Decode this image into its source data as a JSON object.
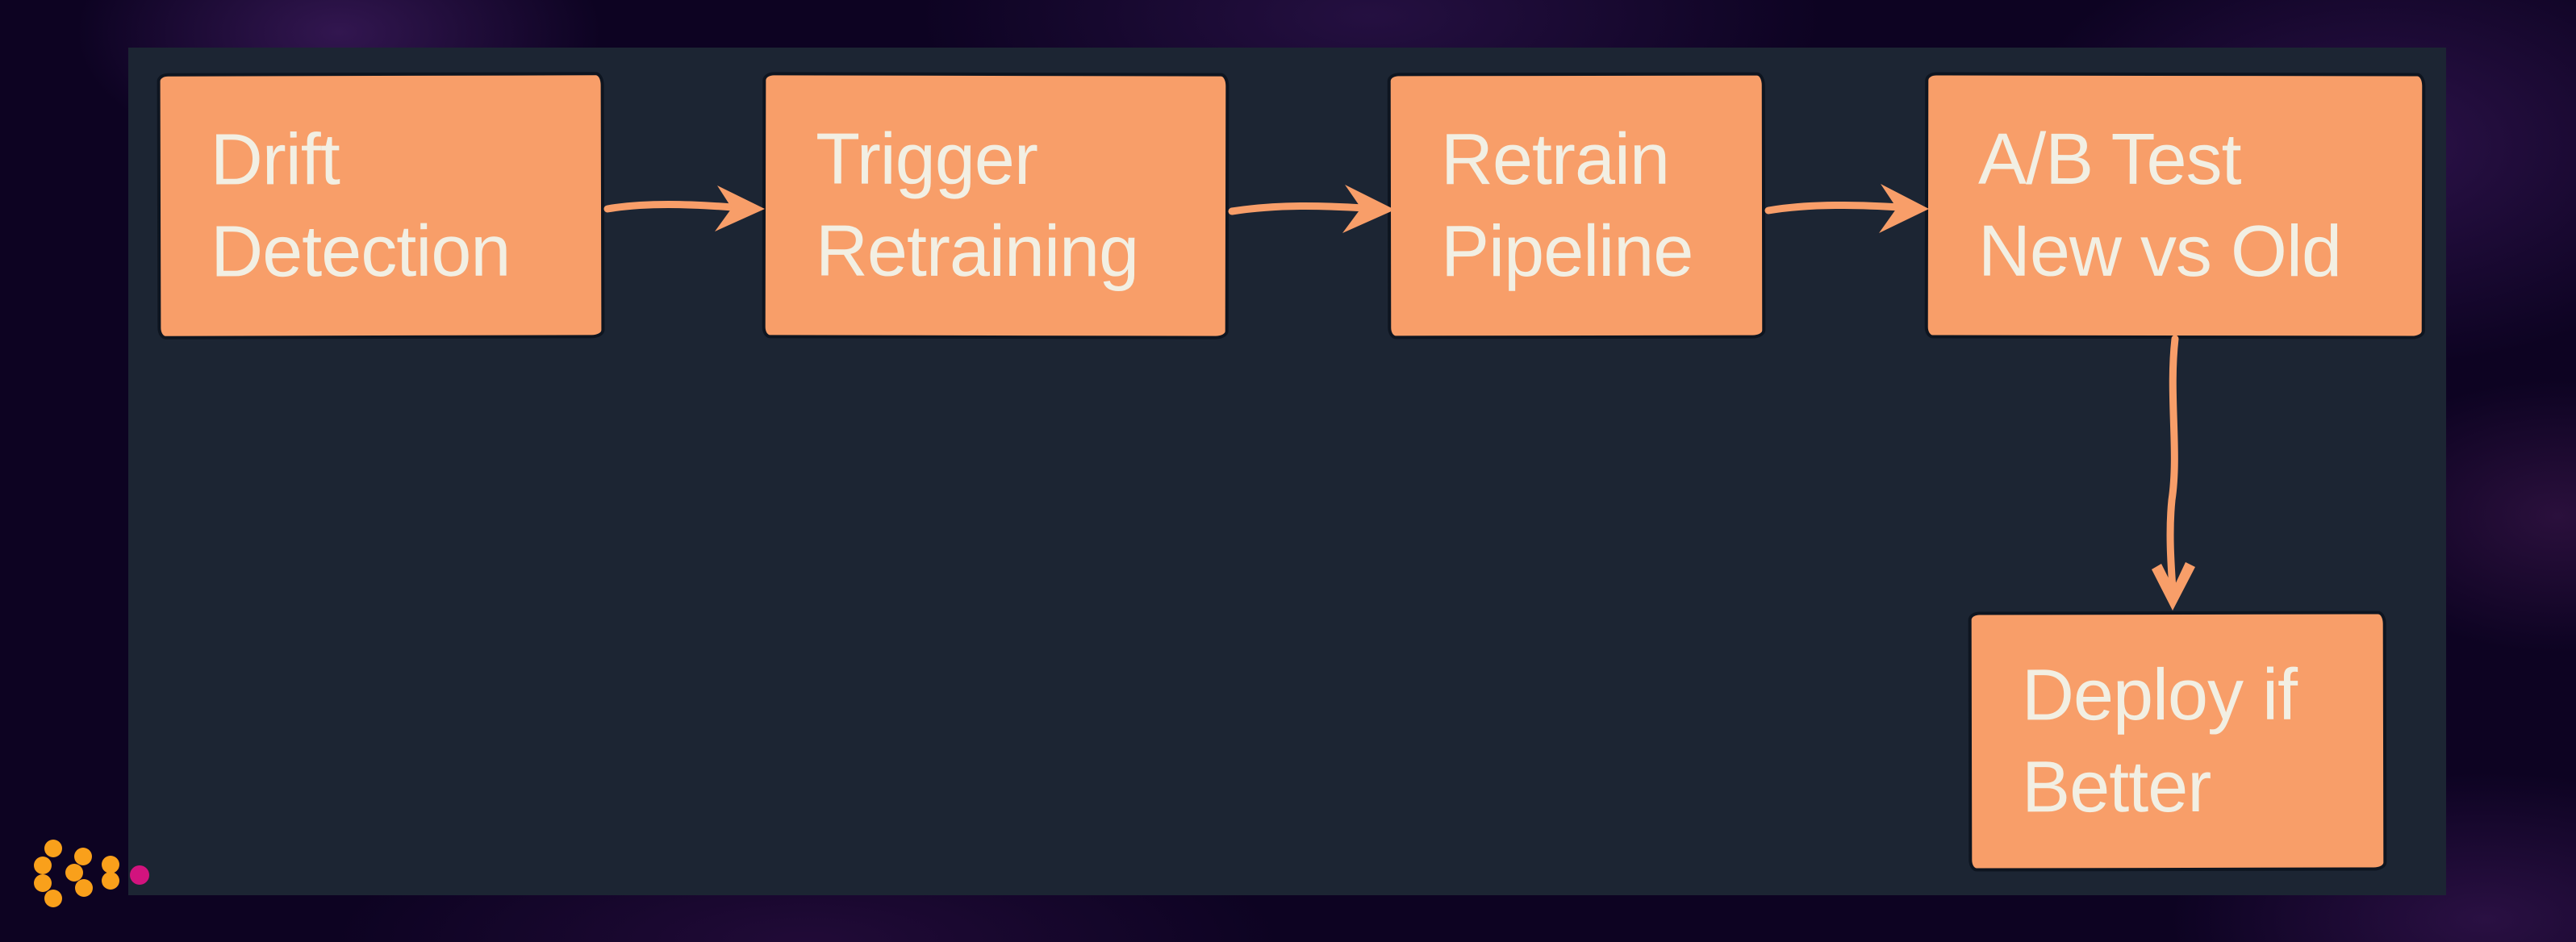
{
  "slide": {
    "kind": "hand-drawn flowchart",
    "background_text": ""
  },
  "colors": {
    "accent": "#f89e69",
    "node_fill": "#f89e69",
    "node_outline": "#0e1520",
    "node_text": "#f2efe3",
    "panel_bg": "#1c2533",
    "outer_bg": "#0d0322"
  },
  "nodes": [
    {
      "id": "drift-detection",
      "label": "Drift\nDetection"
    },
    {
      "id": "trigger-retraining",
      "label": "Trigger\nRetraining"
    },
    {
      "id": "retrain-pipeline",
      "label": "Retrain\nPipeline"
    },
    {
      "id": "ab-test",
      "label": "A/B Test\nNew vs Old"
    },
    {
      "id": "deploy-if-better",
      "label": "Deploy if\nBetter"
    }
  ],
  "edges": [
    {
      "from": "drift-detection",
      "to": "trigger-retraining",
      "direction": "right"
    },
    {
      "from": "trigger-retraining",
      "to": "retrain-pipeline",
      "direction": "right"
    },
    {
      "from": "retrain-pipeline",
      "to": "ab-test",
      "direction": "right"
    },
    {
      "from": "ab-test",
      "to": "deploy-if-better",
      "direction": "down"
    }
  ],
  "logo": {
    "icon": "dots-logo",
    "orange": "#f9a01b",
    "pink": "#d2137e"
  }
}
